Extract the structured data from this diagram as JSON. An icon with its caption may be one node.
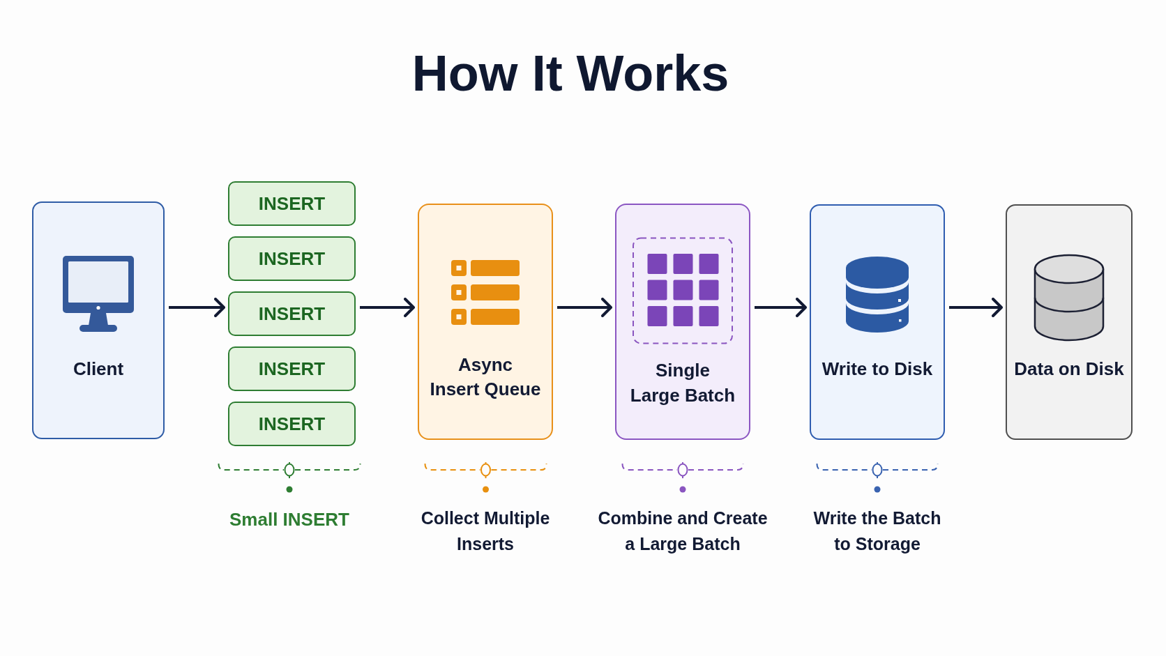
{
  "diagram": {
    "title": "How It Works",
    "nodes": [
      {
        "text": [
          "Client"
        ]
      },
      {
        "text": [
          "INSERT"
        ]
      },
      {
        "text": [
          "INSERT"
        ]
      },
      {
        "text": [
          "INSERT"
        ]
      },
      {
        "text": [
          "INSERT"
        ]
      },
      {
        "text": [
          "INSERT"
        ]
      },
      {
        "text": [
          "Async Insert Queue"
        ]
      },
      {
        "text": [
          "Single Large Batch"
        ]
      },
      {
        "text": [
          "Write to Disk"
        ]
      },
      {
        "text": [
          "Data on Disk"
        ]
      }
    ],
    "edges": [
      {
        "from": 0,
        "to": 3,
        "arrow": "to"
      },
      {
        "from": 3,
        "to": 6,
        "arrow": "to"
      },
      {
        "from": 6,
        "to": 7,
        "arrow": "to"
      },
      {
        "from": 7,
        "to": 8,
        "arrow": "to"
      },
      {
        "from": 8,
        "to": 9,
        "arrow": "to"
      }
    ],
    "labels": [
      "Small INSERT",
      "Collect Multiple Inserts",
      "Combine and Create a Large Batch",
      "Write the Batch to Storage"
    ]
  }
}
